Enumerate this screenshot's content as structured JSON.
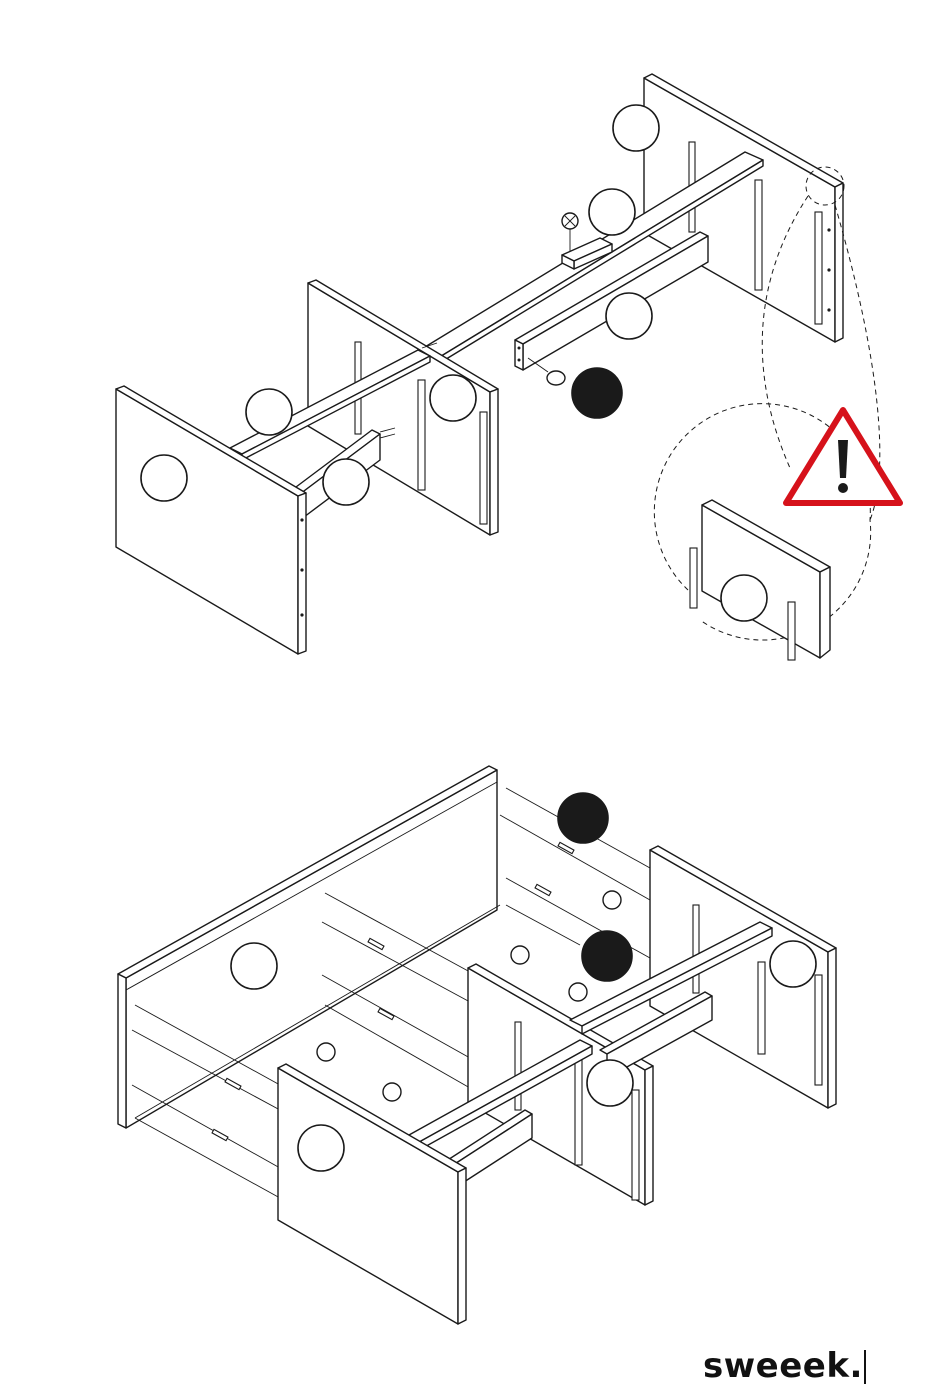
{
  "brand": {
    "logo_text": "sweeek."
  },
  "colors": {
    "line": "#1a1a1a",
    "background": "#ffffff",
    "warning_red": "#d6121b",
    "warning_mark": "#1a1a1a",
    "filled_callout": "#1a1a1a"
  },
  "icons": [
    "warning-triangle-icon"
  ],
  "steps": [
    {
      "name": "upper-assembly-view",
      "callouts_empty": 8,
      "callouts_filled": 1,
      "has_warning_detail": true
    },
    {
      "name": "lower-assembly-view",
      "callouts_empty": 4,
      "callouts_filled": 2
    }
  ]
}
